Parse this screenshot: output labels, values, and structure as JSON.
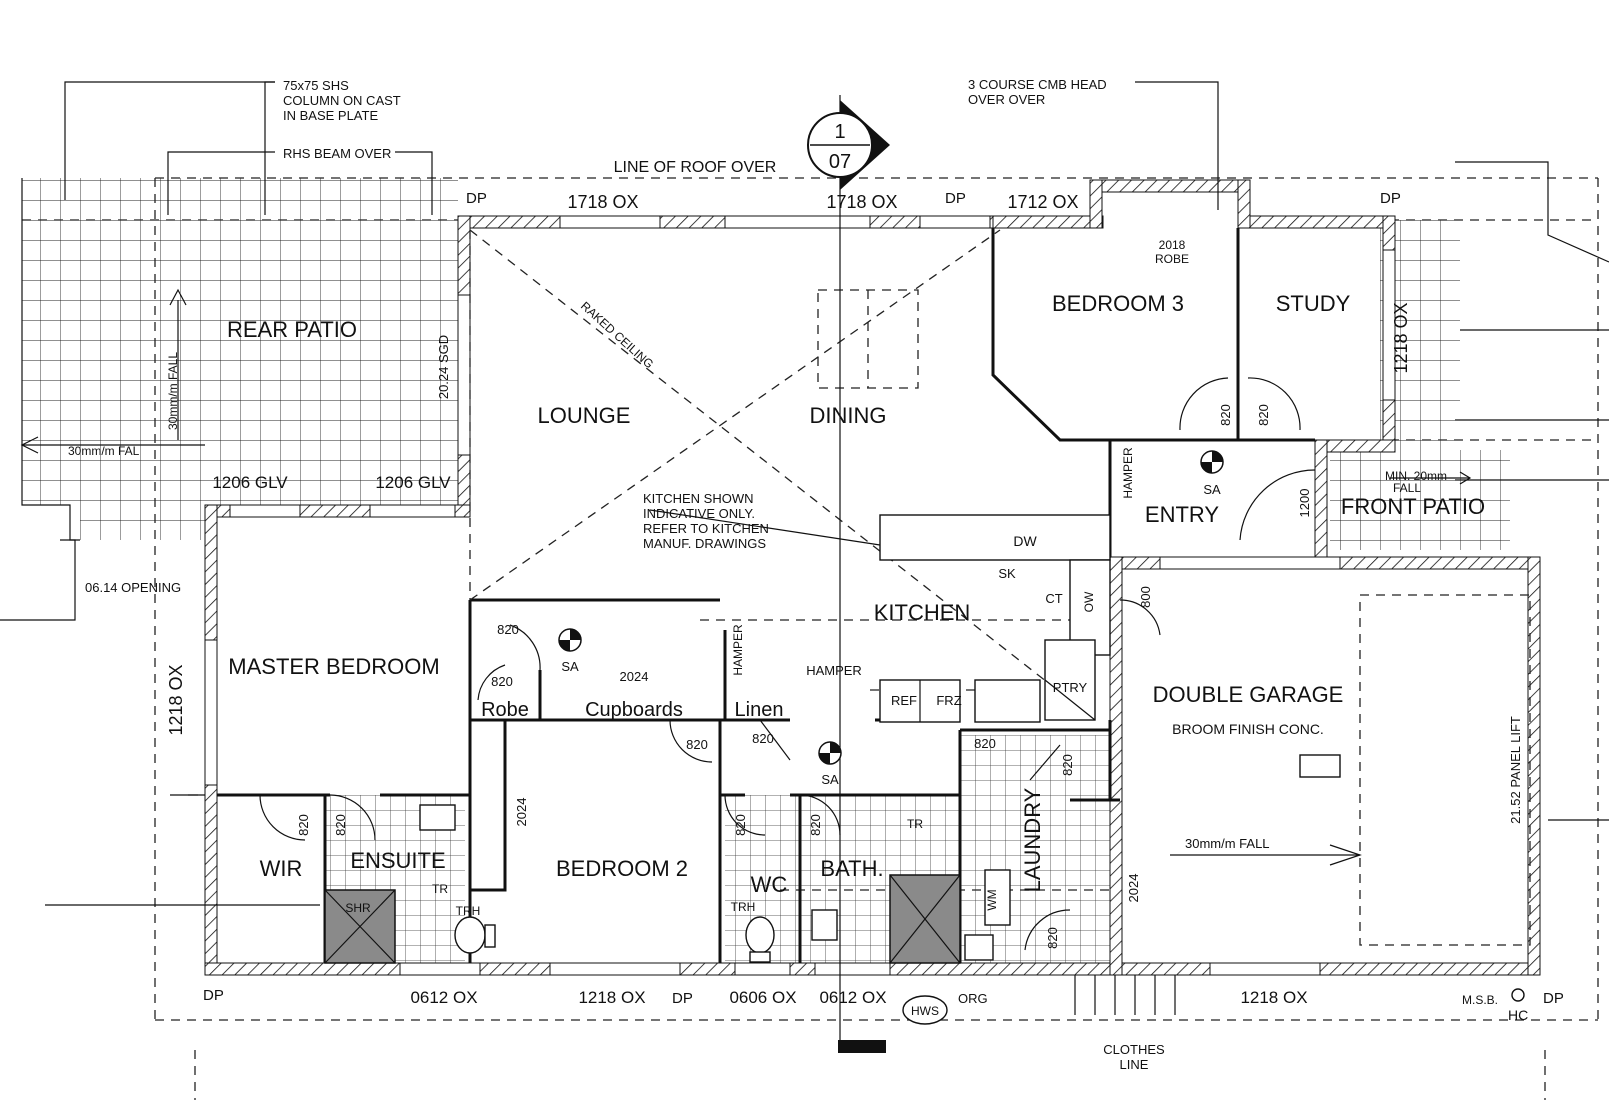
{
  "rooms": {
    "rear_patio": "REAR PATIO",
    "lounge": "LOUNGE",
    "dining": "DINING",
    "bedroom3": "BEDROOM 3",
    "study": "STUDY",
    "entry": "ENTRY",
    "front_patio": "FRONT PATIO",
    "master_bedroom": "MASTER BEDROOM",
    "kitchen": "KITCHEN",
    "double_garage": "DOUBLE GARAGE",
    "garage_finish": "BROOM FINISH  CONC.",
    "robe": "Robe",
    "cupboards": "Cupboards",
    "linen": "Linen",
    "wir": "WIR",
    "ensuite": "ENSUITE",
    "bedroom2": "BEDROOM 2",
    "wc": "WC",
    "bath": "BATH.",
    "laundry": "LAUNDRY"
  },
  "notes": {
    "column": [
      "75x75 SHS",
      "COLUMN ON CAST",
      "IN BASE PLATE"
    ],
    "rhs_beam": "RHS BEAM OVER",
    "roof_line": "LINE OF ROOF OVER",
    "cmb_head": [
      "3 COURSE CMB HEAD",
      "OVER OVER"
    ],
    "raked_ceiling": "RAKED CEILING",
    "kitchen_note": [
      "KITCHEN SHOWN",
      "INDICATIVE ONLY.",
      "REFER TO KITCHEN",
      "MANUF. DRAWINGS"
    ],
    "opening": "06.14 OPENING",
    "fall_patio_v": "30mm/m  FALL",
    "fall_patio_h": "30mm/m  FAL",
    "fall_front": [
      "MIN. 20mm",
      "FALL"
    ],
    "fall_garage": "30mm/m  FALL",
    "clothes_line": [
      "CLOTHES",
      "LINE"
    ],
    "panel_lift": "21.52 PANEL LIFT"
  },
  "section_marker": {
    "top": "1",
    "bottom": "07"
  },
  "windows": {
    "w1": "1718 OX",
    "w2": "1718 OX",
    "w3": "1712 OX",
    "robe_b3": [
      "2018",
      "ROBE"
    ],
    "study_side": "1218 OX",
    "sgd": "20.24 SGD",
    "glv1": "1206 GLV",
    "glv2": "1206 GLV",
    "master_side": "1218 OX",
    "b1": "0612 OX",
    "b2": "1218 OX",
    "b3": "0606 OX",
    "b4": "0612 OX",
    "b5": "1218 OX"
  },
  "symbols": {
    "dp": "DP",
    "sa": "SA",
    "hws": "HWS",
    "org": "ORG",
    "msb": "M.S.B.",
    "hc": "HC"
  },
  "fixtures": {
    "dw": "DW",
    "sk": "SK",
    "ct": "CT",
    "ow": "OW",
    "ref": "REF",
    "frz": "FRZ",
    "ptry": "PTRY",
    "hamper": "HAMPER",
    "shr": "SHR",
    "tr": "TR",
    "trh": "TRH",
    "wm": "WM"
  },
  "dims": {
    "d820": "820",
    "d800": "800",
    "d1200": "1200",
    "d2024": "2024"
  }
}
